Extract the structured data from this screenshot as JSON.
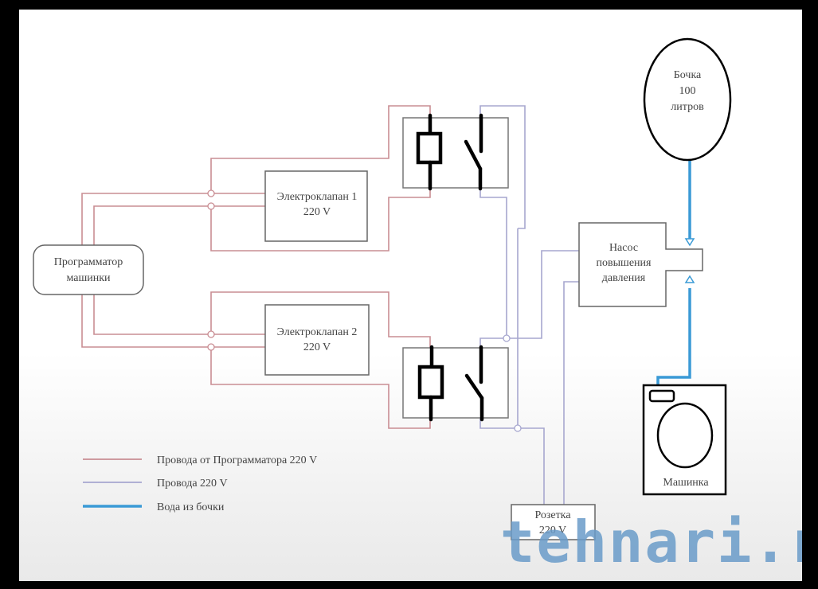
{
  "diagram": {
    "colors": {
      "programmer_wire": "#c98d93",
      "power_wire": "#a7a7cf",
      "water": "#3a9ad6",
      "box_stroke": "#666666",
      "relay_symbol": "#000000",
      "background": "#ffffff"
    },
    "nodes": {
      "programmer": {
        "line1": "Программатор",
        "line2": "машинки"
      },
      "valve1": {
        "line1": "Электроклапан 1",
        "line2": "220 V"
      },
      "valve2": {
        "line1": "Электроклапан 2",
        "line2": "220 V"
      },
      "pump": {
        "line1": "Насос",
        "line2": "повышения",
        "line3": "давления"
      },
      "barrel": {
        "line1": "Бочка",
        "line2": "100",
        "line3": "литров"
      },
      "washer": {
        "label": "Машинка"
      },
      "socket": {
        "line1": "Розетка",
        "line2": "220 V"
      },
      "relay1": {
        "type": "relay"
      },
      "relay2": {
        "type": "relay"
      }
    },
    "legend": [
      {
        "label": "Провода от Программатора 220 V",
        "style": "programmer_wire"
      },
      {
        "label": "Провода 220 V",
        "style": "power_wire"
      },
      {
        "label": "Вода из бочки",
        "style": "water"
      }
    ],
    "watermark": "tehnari.ru"
  }
}
